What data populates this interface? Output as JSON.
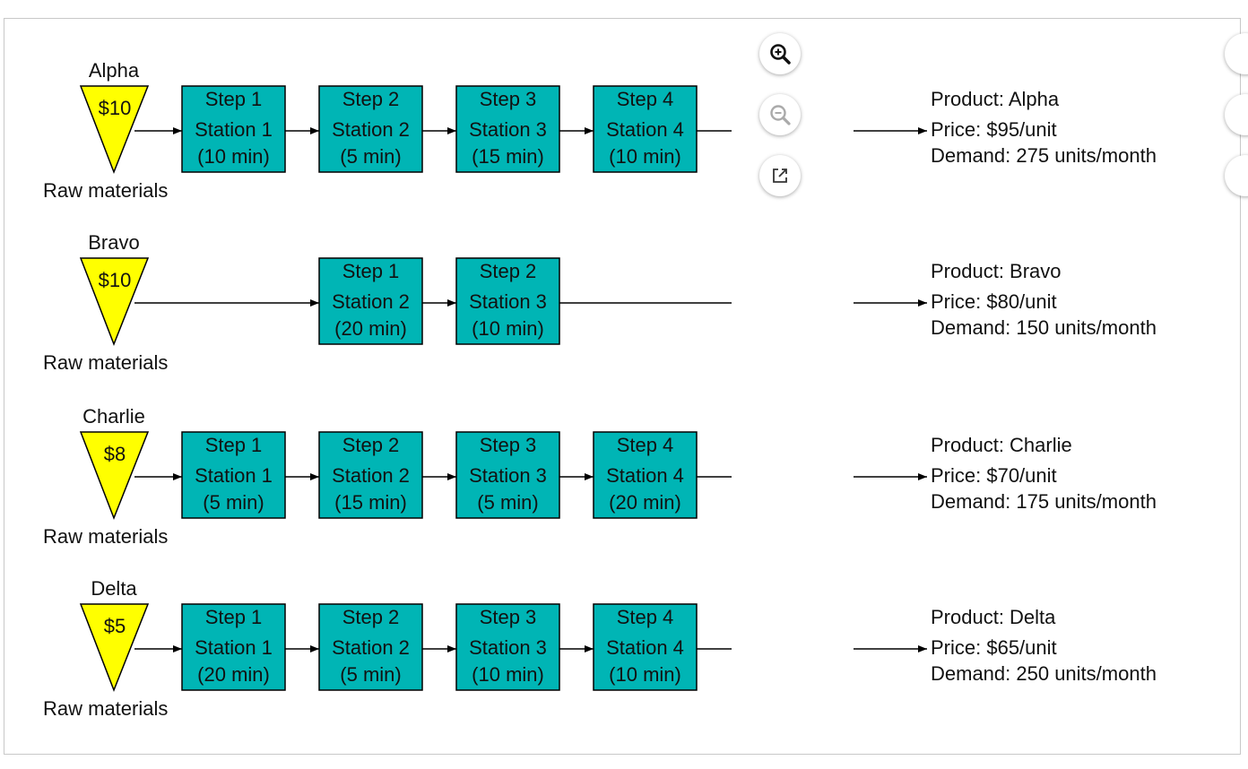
{
  "colors": {
    "triangle": "#ffff00",
    "box": "#00b5b5",
    "stroke": "#000000"
  },
  "controls": {
    "zoom_in": "zoom-in-icon",
    "zoom_out": "zoom-out-icon",
    "popout": "external-link-icon"
  },
  "rows": [
    {
      "name": "Alpha",
      "cost": "$10",
      "label": "Raw materials",
      "steps": [
        {
          "step": "Step 1",
          "station": "Station 1",
          "time": "(10 min)"
        },
        {
          "step": "Step 2",
          "station": "Station 2",
          "time": "(5 min)"
        },
        {
          "step": "Step 3",
          "station": "Station 3",
          "time": "(15 min)"
        },
        {
          "step": "Step 4",
          "station": "Station 4",
          "time": "(10 min)"
        }
      ],
      "product": "Product: Alpha",
      "price": "Price: $95/unit",
      "demand": "Demand: 275 units/month"
    },
    {
      "name": "Bravo",
      "cost": "$10",
      "label": "Raw materials",
      "steps": [
        {
          "step": "Step 1",
          "station": "Station 2",
          "time": "(20 min)"
        },
        {
          "step": "Step 2",
          "station": "Station 3",
          "time": "(10 min)"
        }
      ],
      "product": "Product: Bravo",
      "price": "Price: $80/unit",
      "demand": "Demand: 150 units/month"
    },
    {
      "name": "Charlie",
      "cost": "$8",
      "label": "Raw materials",
      "steps": [
        {
          "step": "Step 1",
          "station": "Station 1",
          "time": "(5 min)"
        },
        {
          "step": "Step 2",
          "station": "Station 2",
          "time": "(15 min)"
        },
        {
          "step": "Step 3",
          "station": "Station 3",
          "time": "(5 min)"
        },
        {
          "step": "Step 4",
          "station": "Station 4",
          "time": "(20 min)"
        }
      ],
      "product": "Product: Charlie",
      "price": "Price: $70/unit",
      "demand": "Demand: 175 units/month"
    },
    {
      "name": "Delta",
      "cost": "$5",
      "label": "Raw materials",
      "steps": [
        {
          "step": "Step 1",
          "station": "Station 1",
          "time": "(20 min)"
        },
        {
          "step": "Step 2",
          "station": "Station 2",
          "time": "(5 min)"
        },
        {
          "step": "Step 3",
          "station": "Station 3",
          "time": "(10 min)"
        },
        {
          "step": "Step 4",
          "station": "Station 4",
          "time": "(10 min)"
        }
      ],
      "product": "Product: Delta",
      "price": "Price: $65/unit",
      "demand": "Demand: 250 units/month"
    }
  ]
}
